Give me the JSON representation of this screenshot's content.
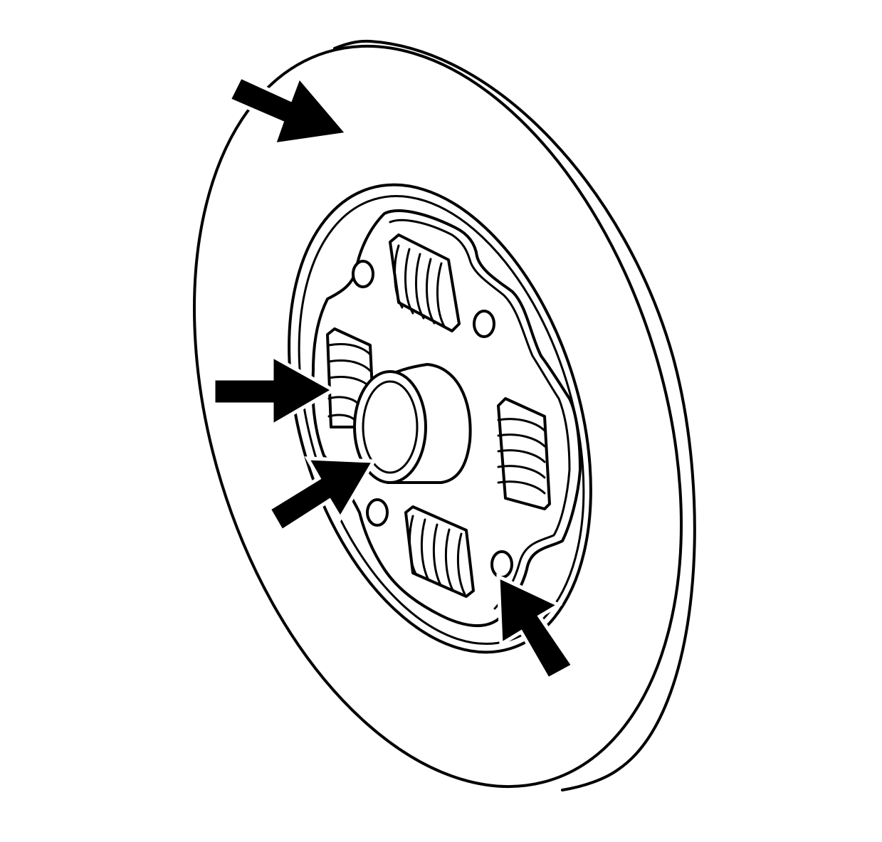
{
  "figure": {
    "subject": "clutch-disc",
    "background_color": "#ffffff",
    "line_color": "#000000",
    "arrow_color": "#000000",
    "callout_arrows": [
      {
        "id": "upper-left",
        "points_to": "friction-facing"
      },
      {
        "id": "left",
        "points_to": "damper-spring"
      },
      {
        "id": "lower-left",
        "points_to": "hub-splines"
      },
      {
        "id": "lower-right",
        "points_to": "spring-retainer-rivet"
      }
    ]
  }
}
